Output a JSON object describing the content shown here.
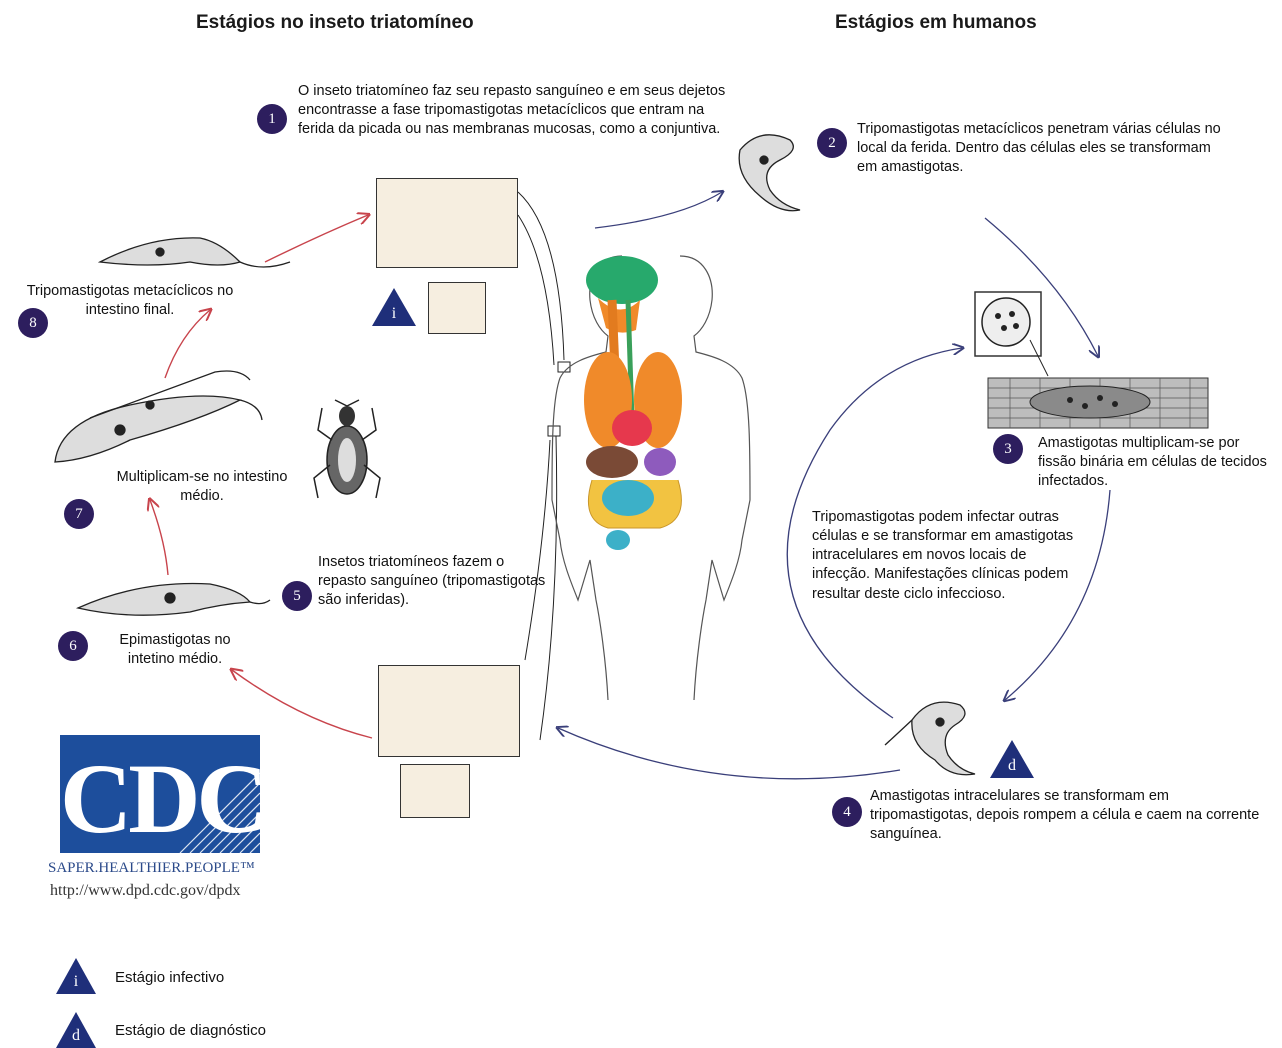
{
  "headings": {
    "insect": "Estágios no inseto triatomíneo",
    "human": "Estágios em humanos"
  },
  "steps": [
    {
      "num": "1",
      "text": "O inseto triatomíneo faz seu repasto sanguíneo e em seus dejetos encontrasse a fase tripomastigotas metacíclicos que entram na ferida da picada ou nas membranas mucosas, como a conjuntiva."
    },
    {
      "num": "2",
      "text": "Tripomastigotas metacíclicos penetram várias células no local da ferida. Dentro das células eles se transformam em amastigotas."
    },
    {
      "num": "3",
      "text": "Amastigotas multiplicam-se por fissão binária em células de tecidos infectados."
    },
    {
      "num": "4",
      "text": "Amastigotas intracelulares se transformam em tripomastigotas, depois rompem a célula e caem na corrente sanguínea."
    },
    {
      "num": "5",
      "text": "Insetos triatomíneos fazem o repasto sanguíneo (tripomastigotas são inferidas)."
    },
    {
      "num": "6",
      "text": "Epimastigotas no intetino médio."
    },
    {
      "num": "7",
      "text": "Multiplicam-se no intestino médio."
    },
    {
      "num": "8",
      "text": "Tripomastigotas metacíclicos no intestino final."
    }
  ],
  "note": "Tripomastigotas podem infectar outras células e se transformar em amastigotas intracelulares em novos locais de infecção. Manifestações clínicas podem resultar deste ciclo infeccioso.",
  "markers": {
    "infective": "i",
    "diagnostic": "d"
  },
  "cdc": {
    "logo_text": "CDC",
    "tagline": "SAPER.HEALTHIER.PEOPLE™",
    "url": "http://www.dpd.cdc.gov/dpdx"
  },
  "legend": {
    "infective_label": "Estágio infectivo",
    "diagnostic_label": "Estágio de diagnóstico"
  },
  "colors": {
    "badge": "#2d1e5e",
    "marker": "#1f2f7a",
    "red_arrow": "#c8444c",
    "blue_arrow": "#3a3f7a",
    "cdc_blue": "#1d4e9c"
  }
}
